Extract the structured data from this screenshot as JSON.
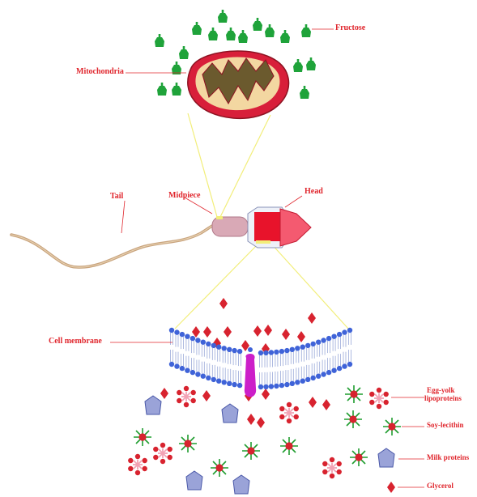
{
  "labels": {
    "fructose": "Fructose",
    "mitochondria": "Mitochondria",
    "tail": "Tail",
    "midpiece": "Midpiece",
    "head": "Head",
    "cell_membrane": "Cell membrane",
    "egg_yolk_line1": "Egg-yolk",
    "egg_yolk_line2": "lipoproteins",
    "soy_lecithin": "Soy-lecithin",
    "milk_proteins": "Milk proteins",
    "glycerol": "Glycerol"
  },
  "colors": {
    "label_red": "#e0262d",
    "fructose_green": "#1fa33a",
    "mitochondria_red": "#d81f3a",
    "matrix_brown": "#6b5a2e",
    "tail_tan": "#c9a47e",
    "midpiece_pink": "#d9a9b6",
    "head_red": "#e8132b",
    "zoom_line": "#f2ee7a",
    "phospholipid_head": "#3f63d8",
    "phospholipid_tail": "#9aa9d8",
    "channel_magenta": "#cc1fc9",
    "glycerol_red": "#d8232f",
    "egg_yolk_pink": "#f2a2b4",
    "soy_green": "#1f9d2f",
    "milk_protein_lavender": "#9aa3d8"
  },
  "icons": [
    "fructose-molecule-icon",
    "glycerol-diamond-icon",
    "egg-yolk-lipoprotein-icon",
    "soy-lecithin-icon",
    "milk-protein-pentagon-icon"
  ]
}
